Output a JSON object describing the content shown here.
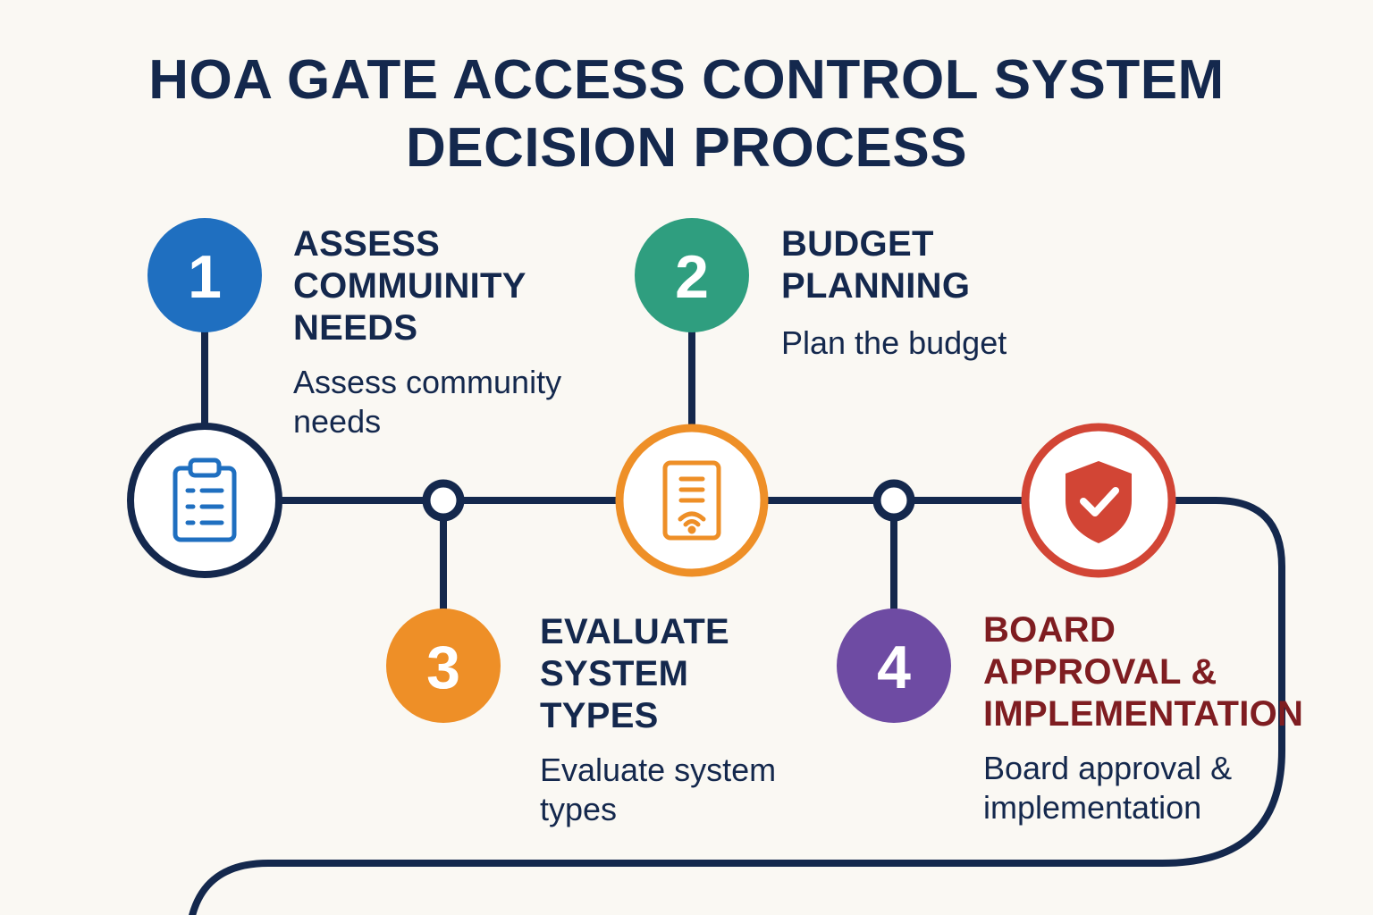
{
  "title": {
    "line1": "HOA GATE ACCESS CONTROL SYSTEM",
    "line2": "DECISION PROCESS"
  },
  "colors": {
    "navy": "#14284d",
    "step1": "#1f6fc0",
    "step2": "#2f9e7f",
    "step3": "#ee8f27",
    "step4": "#6e4ba3",
    "step5": "#d24535",
    "accent_text": "#7f1d21"
  },
  "steps": [
    {
      "number": "1",
      "title_lines": [
        "ASSESS",
        "COMMUINITY",
        "NEEDS"
      ],
      "description_lines": [
        "Assess community",
        "needs"
      ],
      "icon": "clipboard-checklist-icon"
    },
    {
      "number": "2",
      "title_lines": [
        "BUDGET",
        "PLANNING"
      ],
      "description_lines": [
        "Plan the budget"
      ],
      "icon": "access-card-reader-icon"
    },
    {
      "number": "3",
      "title_lines": [
        "EVALUATE",
        "SYSTEM",
        "TYPES"
      ],
      "description_lines": [
        "Evaluate system",
        "types"
      ]
    },
    {
      "number": "4",
      "title_lines": [
        "BOARD",
        "APPROVAL &",
        "IMPLEMENTATION"
      ],
      "description_lines": [
        "Board approval &",
        "implementation"
      ],
      "icon": "shield-check-icon"
    }
  ]
}
